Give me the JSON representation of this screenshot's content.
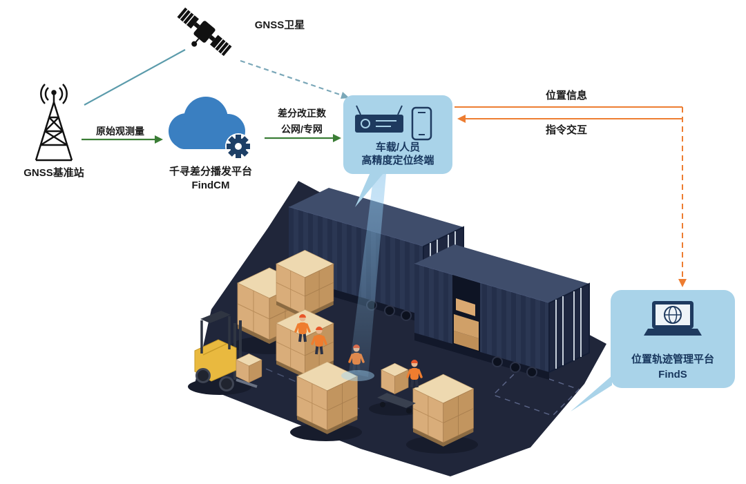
{
  "diagram": {
    "satellite": {
      "label": "GNSS卫星"
    },
    "base_station": {
      "label": "GNSS基准站"
    },
    "raw_observation_link": {
      "label": "原始观测量"
    },
    "broadcast_platform": {
      "name": "千寻差分播发平台",
      "product": "FindCM"
    },
    "correction_link": {
      "data_label": "差分改正数",
      "network_label": "公网/专网"
    },
    "terminal": {
      "line1": "车载/人员",
      "line2": "高精度定位终端"
    },
    "position_info_link": {
      "label": "位置信息"
    },
    "command_link": {
      "label": "指令交互"
    },
    "trajectory_platform": {
      "name": "位置轨迹管理平台",
      "product": "FindS"
    }
  },
  "icons": {
    "satellite": "satellite-icon",
    "base_station": "radio-tower-icon",
    "broadcast_platform": "cloud-gear-icon",
    "terminal": "receiver-and-phone-icon",
    "trajectory_platform": "laptop-globe-icon"
  },
  "colors": {
    "link_teal": "#5b9bab",
    "arrow_green": "#3a7d35",
    "arrow_orange": "#ed7d31",
    "panel_blue": "#a9d3e9",
    "dark_navy_text": "#17365d",
    "cloud_blue": "#3a7fc1",
    "gear_navy": "#1d3f66",
    "icon_navy": "#1e3a5f",
    "floor_navy": "#20263a"
  }
}
